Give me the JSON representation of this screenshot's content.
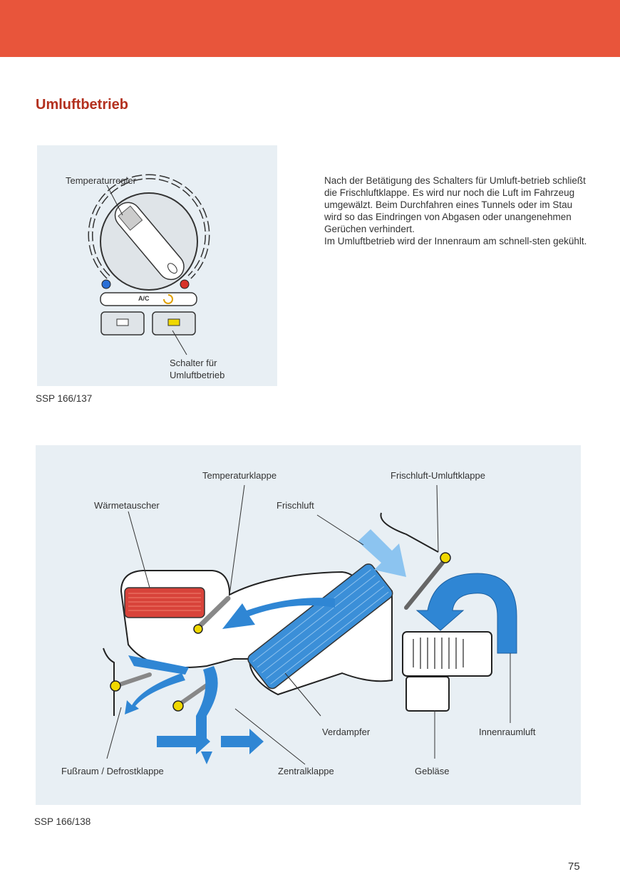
{
  "page": {
    "number": "75",
    "title": "Umluftbetrieb"
  },
  "figure1": {
    "label_temp": "Temperaturregler",
    "label_switch_1": "Schalter für",
    "label_switch_2": "Umluftbetrieb",
    "ac_text": "A/C",
    "caption": "SSP 166/137"
  },
  "text": {
    "p1": "Nach der Betätigung des Schalters für Umluft-betrieb schließt die Frischluftklappe. Es wird nur noch die Luft im Fahrzeug umgewälzt. Beim Durchfahren eines Tunnels oder im Stau wird so das Eindringen von Abgasen oder unangenehmen Gerüchen verhindert.",
    "p2": "Im Umluftbetrieb wird der Innenraum am schnell-sten gekühlt."
  },
  "figure2": {
    "temperaturklappe": "Temperaturklappe",
    "frischluft_umluftklappe": "Frischluft-Umluftklappe",
    "waermetauscher": "Wärmetauscher",
    "frischluft": "Frischluft",
    "verdampfer": "Verdampfer",
    "innenraumluft": "Innenraumluft",
    "fussraum": "Fußraum / Defrostklappe",
    "zentralklappe": "Zentralklappe",
    "geblaese": "Gebläse",
    "caption": "SSP 166/138"
  },
  "colors": {
    "accent_bar": "#e8553b",
    "title": "#b3301e",
    "air_blue": "#2f86d4",
    "fresh_air": "#8cc4f0",
    "heater_red": "#d8433a",
    "led_yellow": "#f0d800"
  }
}
